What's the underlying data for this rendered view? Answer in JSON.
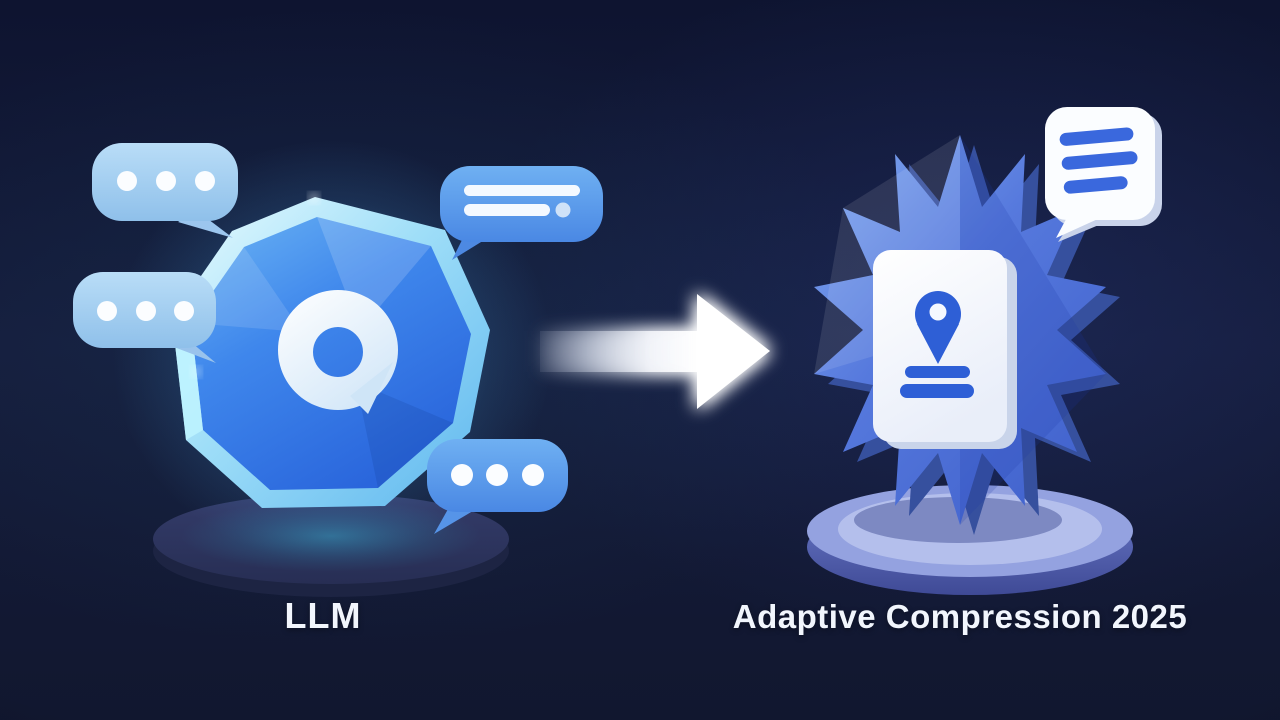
{
  "labels": {
    "left": "LLM",
    "right": "Adaptive Compression 2025"
  },
  "icons": {
    "left_gem": "faceted-crystal-gem",
    "left_gem_center": "speech-bubble-q-ring",
    "left_bubble_top_left": "chat-bubble-three-dots",
    "left_bubble_mid_left": "chat-bubble-three-dots",
    "left_bubble_top_right": "chat-bubble-text-lines",
    "left_bubble_bottom_right": "chat-bubble-three-dots",
    "arrow": "right-arrow-glow",
    "right_badge": "starburst-badge",
    "right_card": "location-card",
    "right_card_pin": "map-pin",
    "right_bubble": "chat-bubble-text-lines"
  },
  "colors": {
    "background": "#11172f",
    "label_text": "#f2f6fd",
    "gem_core": "#3b82ea",
    "gem_rim": "#9adcf6",
    "gem_glow": "#8fe3ff",
    "bubble_light": "#a9cff2",
    "bubble_blue": "#5d9cec",
    "badge_blue": "#4f74d9",
    "card_white": "#f9fbff",
    "pin_blue": "#2e5fd6",
    "platform_left": "#2d3560",
    "platform_right": "#94a2e0",
    "arrow_white": "#ffffff"
  }
}
